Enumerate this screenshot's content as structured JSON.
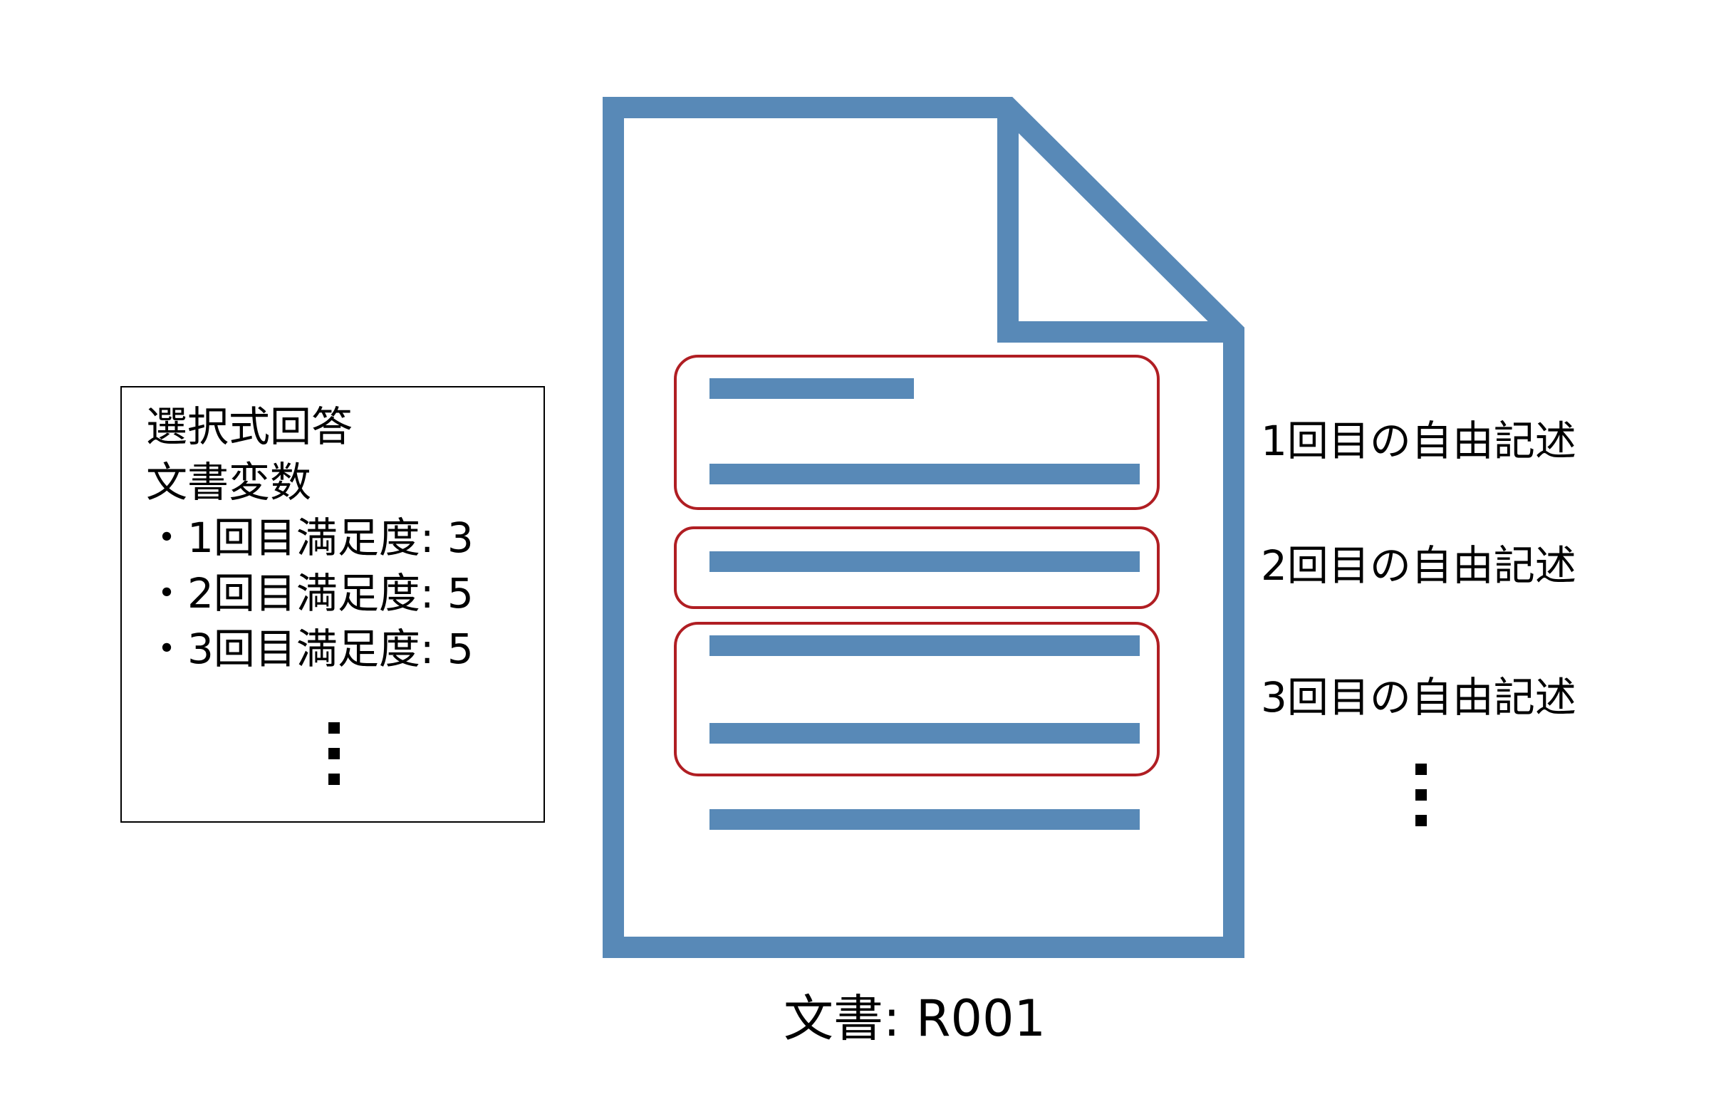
{
  "variables_box": {
    "heading": "選択式回答",
    "subheading": "文書変数",
    "items": [
      "・1回目満足度: 3",
      "・2回目満足度: 5",
      "・3回目満足度: 5"
    ],
    "more_marker": "⋮"
  },
  "segment_labels": [
    "1回目の自由記述",
    "2回目の自由記述",
    "3回目の自由記述"
  ],
  "more_marker": "⋮",
  "document_caption": "文書: R001",
  "colors": {
    "document_outline": "#5889B7",
    "text_line": "#5889B7",
    "segment_highlight": "#B01E23",
    "box_border": "#000000"
  }
}
